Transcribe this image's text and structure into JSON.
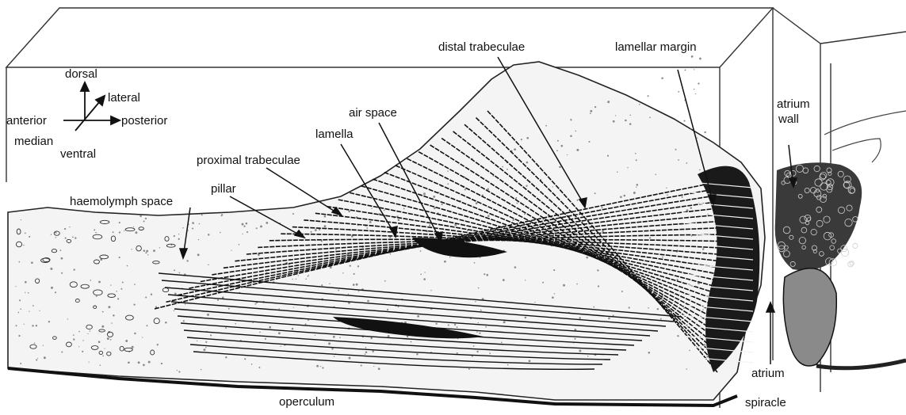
{
  "compass": {
    "dorsal": "dorsal",
    "lateral": "lateral",
    "anterior": "anterior",
    "posterior": "posterior",
    "median": "median",
    "ventral": "ventral"
  },
  "labels": {
    "distal_trabeculae": "distal trabeculae",
    "lamellar_margin": "lamellar margin",
    "air_space": "air space",
    "lamella": "lamella",
    "proximal_trabeculae": "proximal trabeculae",
    "pillar": "pillar",
    "haemolymph_space": "haemolymph space",
    "atrium_wall_line1": "atrium",
    "atrium_wall_line2": "wall",
    "atrium": "atrium",
    "operculum": "operculum",
    "spiracle": "spiracle"
  },
  "colors": {
    "ink": "#111111",
    "stipple": "#8a8a8a",
    "background": "#ffffff"
  }
}
